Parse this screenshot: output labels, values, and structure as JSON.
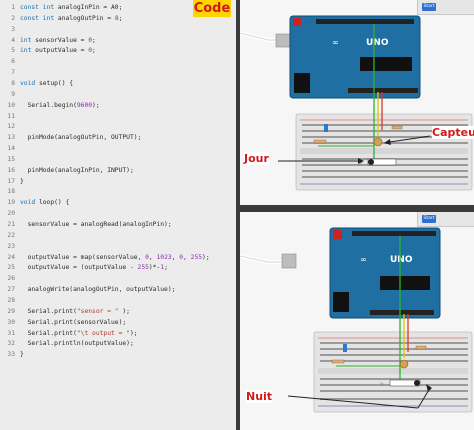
{
  "code_label": "Code",
  "code_lines": [
    {
      "n": "1",
      "t": "const int analogInPin = A0;"
    },
    {
      "n": "2",
      "t": "const int analogOutPin = 8;"
    },
    {
      "n": "3",
      "t": ""
    },
    {
      "n": "4",
      "t": "int sensorValue = 0;"
    },
    {
      "n": "5",
      "t": "int outputValue = 0;"
    },
    {
      "n": "6",
      "t": ""
    },
    {
      "n": "7",
      "t": ""
    },
    {
      "n": "8",
      "t": "void setup() {"
    },
    {
      "n": "9",
      "t": ""
    },
    {
      "n": "10",
      "t": "  Serial.begin(9600);"
    },
    {
      "n": "11",
      "t": ""
    },
    {
      "n": "12",
      "t": ""
    },
    {
      "n": "13",
      "t": "  pinMode(analogOutPin, OUTPUT);"
    },
    {
      "n": "14",
      "t": ""
    },
    {
      "n": "15",
      "t": ""
    },
    {
      "n": "16",
      "t": "  pinMode(analogInPin, INPUT);"
    },
    {
      "n": "17",
      "t": "}"
    },
    {
      "n": "18",
      "t": ""
    },
    {
      "n": "19",
      "t": "void loop() {"
    },
    {
      "n": "20",
      "t": ""
    },
    {
      "n": "21",
      "t": "  sensorValue = analogRead(analogInPin);"
    },
    {
      "n": "22",
      "t": ""
    },
    {
      "n": "23",
      "t": ""
    },
    {
      "n": "24",
      "t": "  outputValue = map(sensorValue, 0, 1023, 0, 255);"
    },
    {
      "n": "25",
      "t": "  outputValue = (outputValue - 255)*-1;"
    },
    {
      "n": "26",
      "t": ""
    },
    {
      "n": "27",
      "t": "  analogWrite(analogOutPin, outputValue);"
    },
    {
      "n": "28",
      "t": ""
    },
    {
      "n": "29",
      "t": "  Serial.print(\"sensor = \" );"
    },
    {
      "n": "30",
      "t": "  Serial.print(sensorValue);"
    },
    {
      "n": "31",
      "t": "  Serial.print(\"\\t output = \");"
    },
    {
      "n": "32",
      "t": "  Serial.println(outputValue);"
    },
    {
      "n": "33",
      "t": "}"
    }
  ],
  "sim_top": {
    "toolbar_button": "Start",
    "board_label": "UNO",
    "annot_sensor": "Capteur",
    "annot_day": "Jour"
  },
  "sim_bottom": {
    "toolbar_button": "Start",
    "board_label": "UNO",
    "annot_night": "Nuit"
  }
}
